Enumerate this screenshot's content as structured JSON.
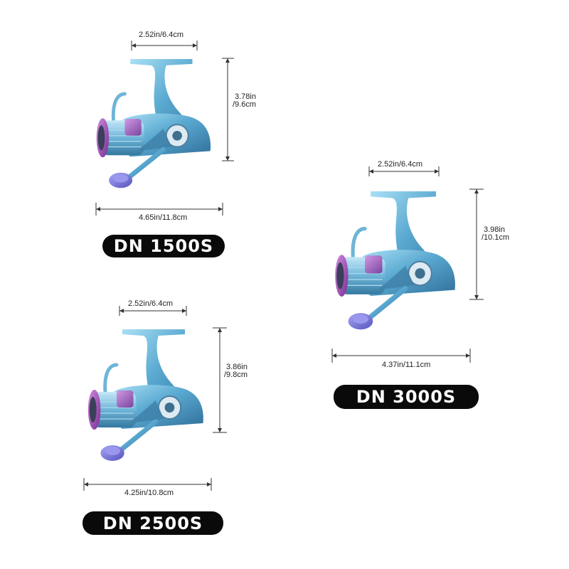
{
  "products": [
    {
      "model": "DN 1500S",
      "dims": {
        "top_width": "2.52in/6.4cm",
        "height_in": "3.78in",
        "height_cm": "/9.6cm",
        "length": "4.65in/11.8cm"
      }
    },
    {
      "model": "DN 3000S",
      "dims": {
        "top_width": "2.52in/6.4cm",
        "height_in": "3.98in",
        "height_cm": "/10.1cm",
        "length": "4.37in/11.1cm"
      }
    },
    {
      "model": "DN 2500S",
      "dims": {
        "top_width": "2.52in/6.4cm",
        "height_in": "3.86in",
        "height_cm": "/9.8cm",
        "length": "4.25in/10.8cm"
      }
    }
  ],
  "colors": {
    "background": "#ffffff",
    "pill": "#0a0a0a",
    "pill_text": "#ffffff",
    "reel_blue": "#7cc4e4",
    "reel_purple": "#8a4fb0",
    "knob_blue": "#7a78d8"
  }
}
